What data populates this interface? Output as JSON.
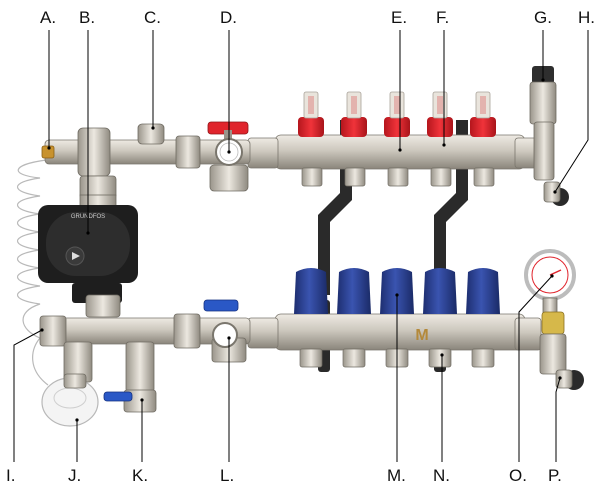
{
  "labels": {
    "A": "A.",
    "B": "B.",
    "C": "C.",
    "D": "D.",
    "E": "E.",
    "F": "F.",
    "G": "G.",
    "H": "H.",
    "I": "I.",
    "J": "J.",
    "K": "K.",
    "L": "L.",
    "M": "M.",
    "N": "N.",
    "O": "O.",
    "P": "P."
  },
  "colors": {
    "brass": "#cfcac0",
    "brass_dark": "#8f8a80",
    "flow_meter_red": "#e0242c",
    "cap_blue": "#2a3f8f",
    "pump_black": "#1e1e1e",
    "bracket": "#2a2a2a",
    "leader_line": "#000000"
  },
  "components": {
    "pump_brand": "GRUNDFOS",
    "manifold_logo": "M",
    "gauge_icon": "pressure-gauge-icon",
    "thermo_head_icon": "thermostatic-head-icon"
  }
}
